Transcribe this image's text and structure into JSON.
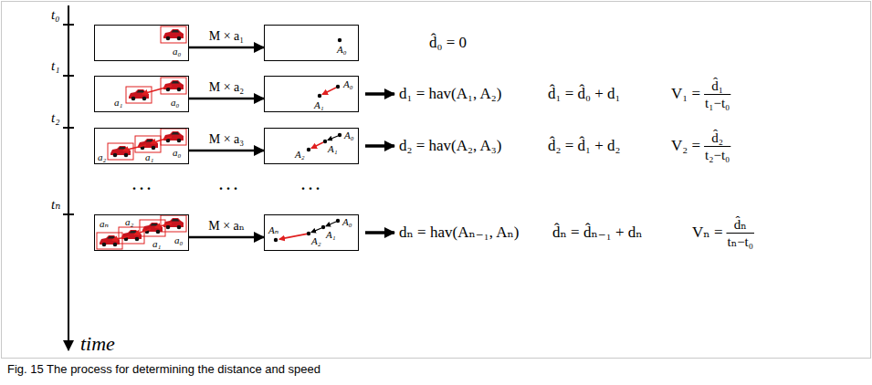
{
  "diagram": {
    "caption": "Fig. 15 The process for determining the distance and speed",
    "nodes": [
      {
        "text": [
          "a₀"
        ]
      },
      {
        "text": [
          "A₀"
        ]
      },
      {
        "text": [
          "a₀",
          "a₁"
        ]
      },
      {
        "text": [
          "A₀",
          "A₁"
        ]
      },
      {
        "text": [
          "a₀",
          "a₁",
          "a₂"
        ]
      },
      {
        "text": [
          "A₀",
          "A₁",
          "A₂"
        ]
      },
      {
        "text": [
          "a₀",
          "a₁",
          "a₂",
          "aₙ"
        ]
      },
      {
        "text": [
          "A₀",
          "A₁",
          "A₂",
          "Aₙ"
        ]
      }
    ],
    "edges": [
      {
        "from": 0,
        "to": 1,
        "arrow": "to",
        "label": "M × a₁"
      },
      {
        "from": 2,
        "to": 3,
        "arrow": "to",
        "label": "M × a₂"
      },
      {
        "from": 4,
        "to": 5,
        "arrow": "to",
        "label": "M × a₃"
      },
      {
        "from": 6,
        "to": 7,
        "arrow": "to",
        "label": "M × aₙ"
      }
    ],
    "labels": [
      "t₀",
      "d̂₀ = 0",
      "t₁",
      "d₁ = hav(A₁, A₂)",
      "d̂₁ = d̂₀ + d₁",
      "V₁ =",
      "d̂₁",
      "t₁−t₀",
      "t₂",
      "d₂ = hav(A₂, A₃)",
      "d̂₂ = d̂₁ + d₂",
      "V₂ =",
      "d̂₂",
      "t₂−t₀",
      ". . .",
      ". . .",
      ". . .",
      "tₙ",
      "dₙ = hav(Aₙ₋₁, Aₙ)",
      "d̂ₙ = d̂ₙ₋₁ + dₙ",
      "Vₙ =",
      "d̂ₙ",
      "tₙ−t₀",
      "time"
    ]
  }
}
